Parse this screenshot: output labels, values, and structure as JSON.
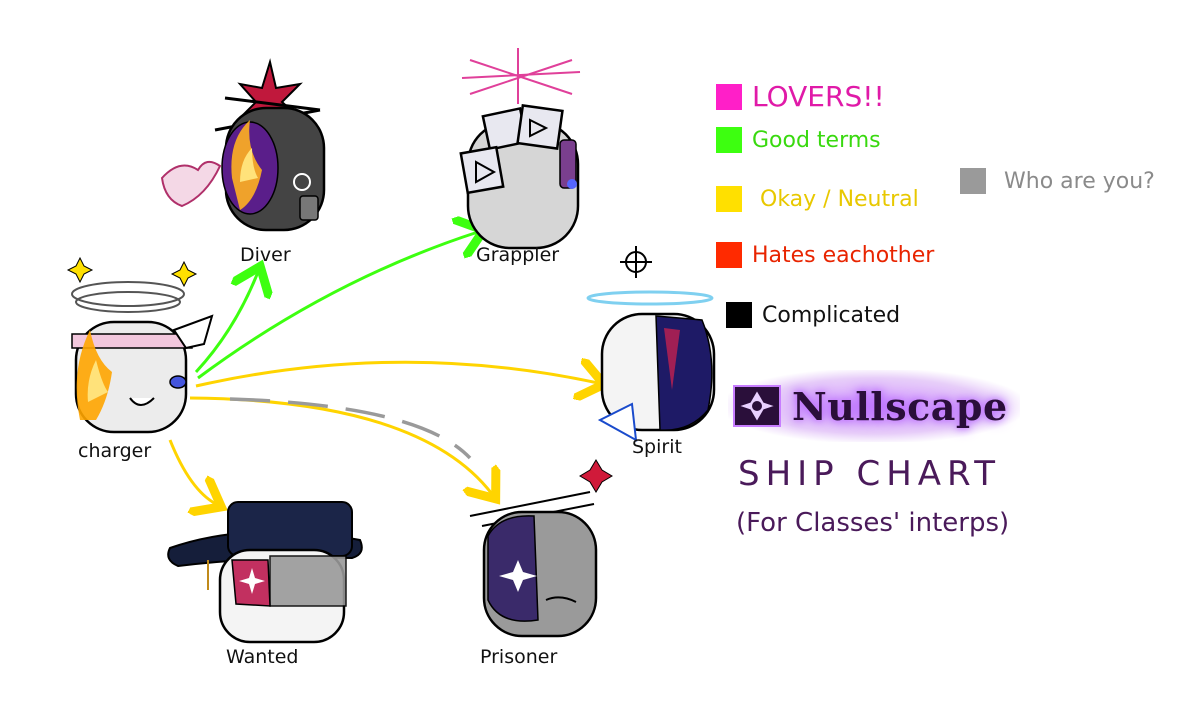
{
  "chart_title": "SHIP CHART",
  "chart_subtitle": "(For Classes' interps)",
  "logo_text": "Nullscape",
  "characters": [
    {
      "id": "charger",
      "label": "charger"
    },
    {
      "id": "diver",
      "label": "Diver"
    },
    {
      "id": "grappler",
      "label": "Grappler"
    },
    {
      "id": "spirit",
      "label": "Spirit"
    },
    {
      "id": "wanted",
      "label": "Wanted"
    },
    {
      "id": "prisoner",
      "label": "Prisoner"
    }
  ],
  "legend": [
    {
      "label": "LOVERS!!",
      "color": "#ff1fc8",
      "text_color": "#e01aa8"
    },
    {
      "label": "Good terms",
      "color": "#3dff10",
      "text_color": "#39d90f"
    },
    {
      "label": "Okay / Neutral",
      "color": "#ffe000",
      "text_color": "#e8c800"
    },
    {
      "label": "Hates eachother",
      "color": "#ff2a00",
      "text_color": "#e82400"
    },
    {
      "label": "Complicated",
      "color": "#000000",
      "text_color": "#111111"
    },
    {
      "label": "Who are you?",
      "color": "#9a9a9a",
      "text_color": "#8a8a8a"
    }
  ],
  "relations": [
    {
      "from": "charger",
      "to": "diver",
      "type": "Good terms"
    },
    {
      "from": "charger",
      "to": "grappler",
      "type": "Good terms"
    },
    {
      "from": "charger",
      "to": "spirit",
      "type": "Okay / Neutral"
    },
    {
      "from": "charger",
      "to": "prisoner",
      "type": "Okay / Neutral + Who are you?"
    },
    {
      "from": "charger",
      "to": "wanted",
      "type": "Okay / Neutral"
    }
  ]
}
